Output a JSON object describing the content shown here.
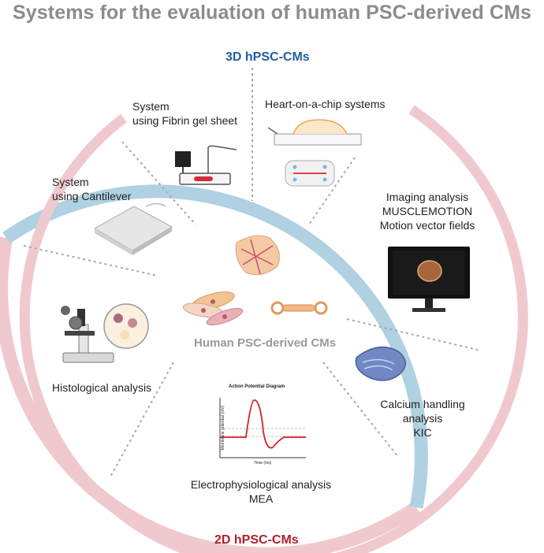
{
  "title": "Systems for the evaluation of human PSC-derived CMs",
  "ring": {
    "top_label": "3D hPSC-CMs",
    "bottom_label": "2D hPSC-CMs",
    "top_color": "#afd1e1",
    "bottom_color": "#f0c9cf",
    "top_text_color": "#1f5f9e",
    "bottom_text_color": "#b0202a"
  },
  "center": {
    "label": "Human PSC-derived CMs"
  },
  "sections": {
    "fibrin": {
      "line1": "System",
      "line2": "using Fibrin gel sheet"
    },
    "chip": {
      "line1": "Heart-on-a-chip systems"
    },
    "cantilever": {
      "line1": "System",
      "line2": "using Cantilever"
    },
    "imaging": {
      "line1": "Imaging analysis",
      "line2": "MUSCLEMOTION",
      "line3": "Motion vector fields"
    },
    "histology": {
      "line1": "Histological analysis"
    },
    "calcium": {
      "line1": "Calcium handling",
      "line2": "analysis",
      "line3": "KIC"
    },
    "electro": {
      "line1": "Electrophysiological analysis",
      "line2": "MEA"
    }
  },
  "action_potential": {
    "title": "Action Potential Diagram",
    "ylabel": "Membrane potential (mV)",
    "xlabel": "Time (ms)"
  }
}
